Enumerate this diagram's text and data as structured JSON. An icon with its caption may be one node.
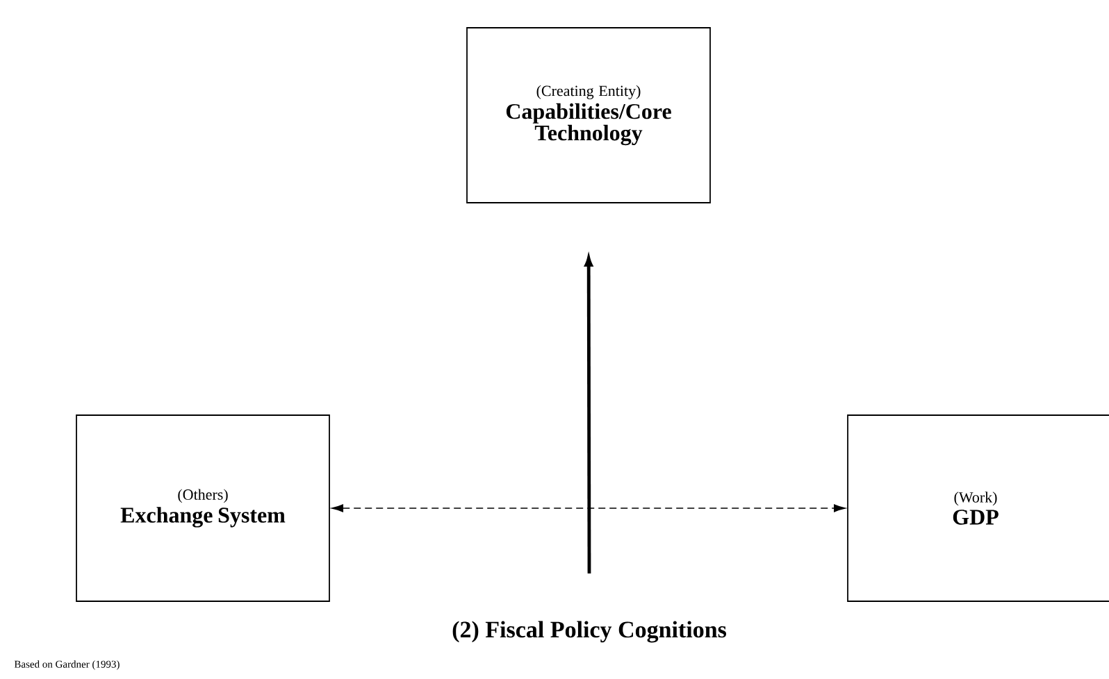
{
  "diagram": {
    "caption": "(2) Fiscal Policy Cognitions",
    "nodes": [
      {
        "text": [
          "(Creating Entity)",
          "Capabilities/Core Technology"
        ]
      },
      {
        "text": [
          "(Others)",
          "Exchange System"
        ]
      },
      {
        "text": [
          "(Work)",
          "GDP"
        ]
      }
    ],
    "edges": [
      {
        "from": null,
        "to": 0,
        "arrow": "to",
        "style": "thick"
      },
      {
        "from": 1,
        "to": 2,
        "arrow": "both",
        "style": "dashed"
      }
    ],
    "labels": [
      "Based on Gardner (1993)"
    ]
  }
}
